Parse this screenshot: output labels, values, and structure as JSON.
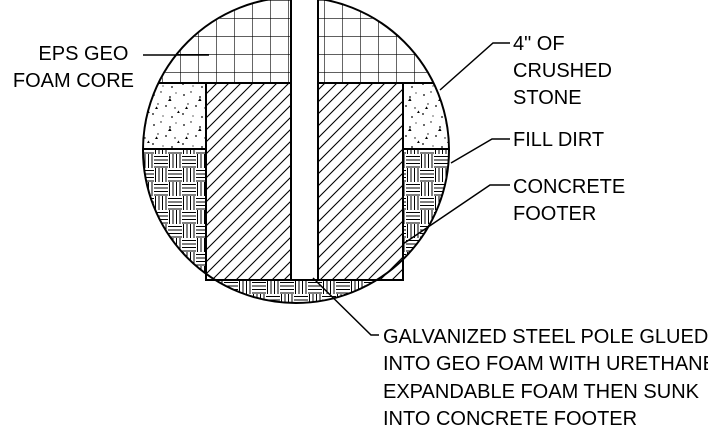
{
  "labels": {
    "eps_geo_foam_core": [
      "EPS GEO",
      "FOAM CORE"
    ],
    "crushed_stone": [
      "4\" OF",
      "CRUSHED",
      "STONE"
    ],
    "fill_dirt": [
      "FILL DIRT"
    ],
    "concrete_footer": [
      "CONCRETE",
      "FOOTER"
    ],
    "steel_pole_note": [
      "GALVANIZED STEEL POLE GLUED",
      "INTO GEO FOAM WITH URETHANE",
      "EXPANDABLE FOAM THEN SUNK",
      "INTO CONCRETE FOOTER"
    ]
  },
  "colors": {
    "line": "#000000",
    "background": "#ffffff"
  },
  "materials": {
    "foam": "grid-hatch",
    "stone": "stipple",
    "dirt": "basket-weave",
    "concrete": "diagonal-hatch",
    "pole": "plain"
  }
}
